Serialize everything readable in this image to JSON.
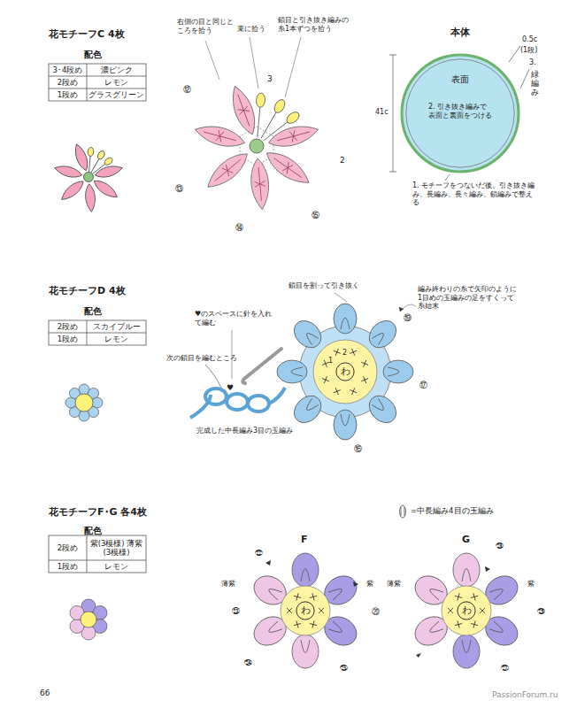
{
  "diagram": {
    "nodes": [
      {
        "text": [
          "本体",
          "表面",
          "2. 引き抜き編みで表面と裏面をつける"
        ]
      },
      {
        "text": [
          "わ"
        ]
      },
      {
        "text": [
          "わ"
        ]
      },
      {
        "text": [
          "わ"
        ]
      }
    ],
    "labels": [
      "花モチーフC 4枚",
      "配色",
      "3･4段め",
      "濃ピンク",
      "2段め",
      "レモン",
      "1段め",
      "グラスグリーン",
      "右側の目と同じところを拾う",
      "束に拾う",
      "鎖目と引き抜き編みの糸1本ずつを拾う",
      "⑫",
      "⑬",
      "⑭",
      "⑮",
      "3",
      "2",
      "0.5c",
      "(1段)",
      "3.",
      "緑編み",
      "41c",
      "1. モチーフをつないだ後、引き抜き編み、長編み、長々編み、鎖編みで整える",
      "花モチーフD 4枚",
      "配色",
      "2段め",
      "スカイブルー",
      "1段め",
      "レモン",
      "♥のスペースに針を入れて編む",
      "次の鎖目を編むところ",
      "♥",
      "完成した中長編み3目の玉編み",
      "鎖目を割って引き抜く",
      "編み終わりの糸で矢印のように1目めの玉編みの足をすくって糸始末",
      "1",
      "2",
      "⑲",
      "⑰",
      "⑯",
      "花モチーフF･G 各4枚",
      "配色",
      "2段め",
      "紫(3模様) 薄紫(3模様)",
      "1段め",
      "レモン",
      "F",
      "㉒",
      "薄紫",
      "㉓",
      "㉔",
      "㉕",
      "紫",
      "⑳",
      "G",
      "薄紫",
      "紫",
      "㉘",
      "㉙",
      "㉗",
      "66",
      "PassionForum.ru"
    ],
    "legend": [
      {
        "text": "=中長編み4目の玉編み"
      }
    ]
  }
}
